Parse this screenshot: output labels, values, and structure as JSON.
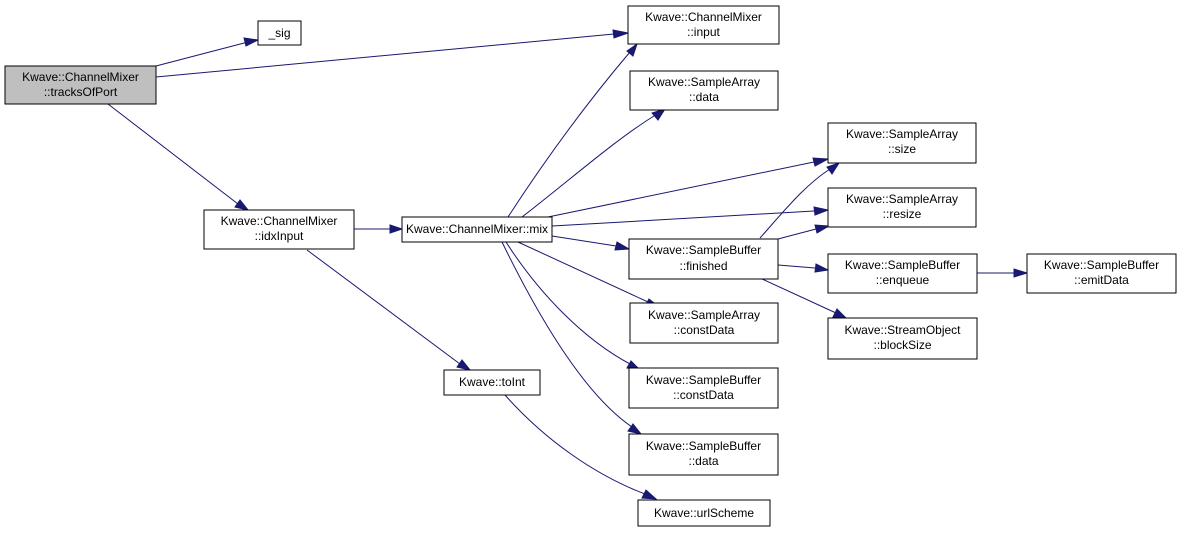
{
  "nodes": {
    "tracks": [
      "Kwave::ChannelMixer",
      "::tracksOfPort"
    ],
    "sig": [
      "_sig"
    ],
    "input": [
      "Kwave::ChannelMixer",
      "::input"
    ],
    "idx": [
      "Kwave::ChannelMixer",
      "::idxInput"
    ],
    "mix": [
      "Kwave::ChannelMixer::mix"
    ],
    "toInt": [
      "Kwave::toInt"
    ],
    "saData": [
      "Kwave::SampleArray",
      "::data"
    ],
    "saSize": [
      "Kwave::SampleArray",
      "::size"
    ],
    "saResize": [
      "Kwave::SampleArray",
      "::resize"
    ],
    "sbFinished": [
      "Kwave::SampleBuffer",
      "::finished"
    ],
    "sbEnqueue": [
      "Kwave::SampleBuffer",
      "::enqueue"
    ],
    "sbEmit": [
      "Kwave::SampleBuffer",
      "::emitData"
    ],
    "soBlock": [
      "Kwave::StreamObject",
      "::blockSize"
    ],
    "saConst": [
      "Kwave::SampleArray",
      "::constData"
    ],
    "sbConst": [
      "Kwave::SampleBuffer",
      "::constData"
    ],
    "sbData": [
      "Kwave::SampleBuffer",
      "::data"
    ],
    "url": [
      "Kwave::urlScheme"
    ]
  }
}
